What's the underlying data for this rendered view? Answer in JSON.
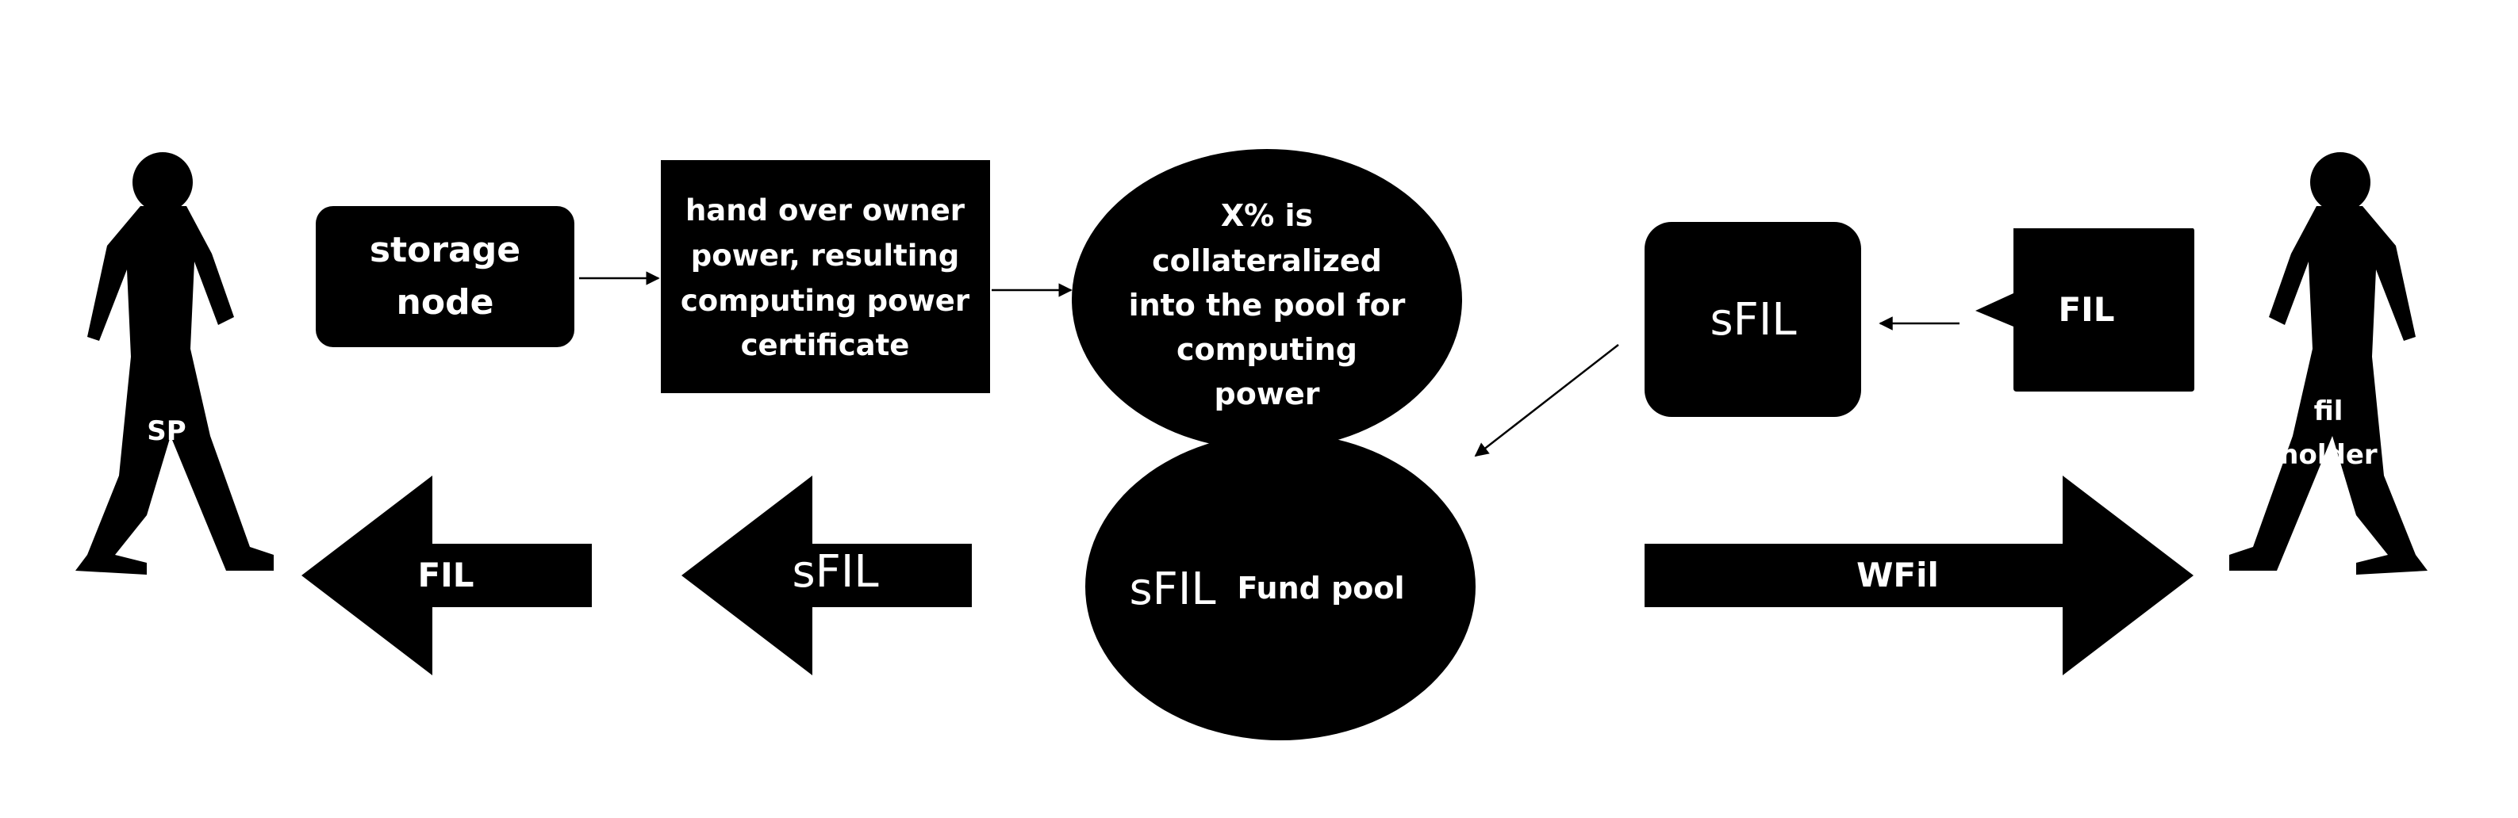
{
  "actors": {
    "sp": {
      "label": "SP"
    },
    "fil_holder": {
      "label_line1": "fil",
      "label_line2": "holder"
    }
  },
  "storage_node": {
    "line1": "storage",
    "line2": "node"
  },
  "handover": {
    "line1": "hand over owner",
    "line2": "power, resulting",
    "line3": "computing power",
    "line4": "certificate"
  },
  "collateral": {
    "line1": "X% is",
    "line2": "collateralized",
    "line3": "into the pool for",
    "line4": "computing",
    "line5": "power"
  },
  "fund_pool": {
    "token": "sFIL",
    "label": "Fund pool"
  },
  "sfil_box": {
    "label": "sFIL"
  },
  "fil_callout": {
    "label": "FIL"
  },
  "arrows": {
    "left_fil": {
      "label": "FIL"
    },
    "left_sfil": {
      "label": "sFIL"
    },
    "right_wfil": {
      "label": "WFil"
    }
  },
  "colors": {
    "fill": "#000000",
    "text": "#ffffff",
    "background": "#ffffff"
  }
}
